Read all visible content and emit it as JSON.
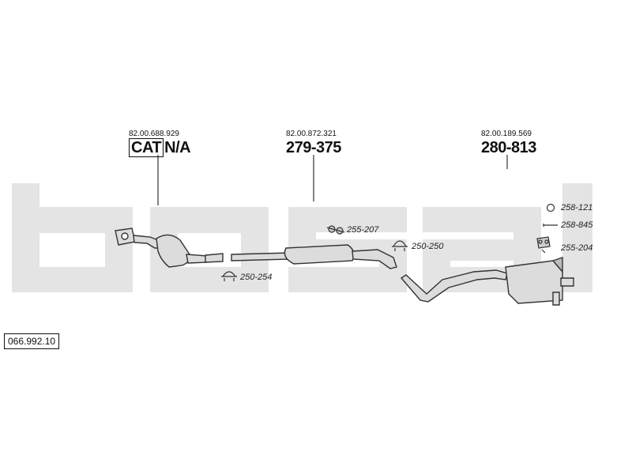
{
  "diagram_code": "066.992.10",
  "parts": [
    {
      "oem": "82.00.688.929",
      "cat": "CAT",
      "rest": "N/A"
    },
    {
      "oem": "82.00.872.321",
      "number": "279-375"
    },
    {
      "oem": "82.00.189.569",
      "number": "280-813"
    }
  ],
  "accessories": [
    {
      "ref": "250-254",
      "icon": "clamp-icon"
    },
    {
      "ref": "255-207",
      "icon": "rubber-hanger-icon"
    },
    {
      "ref": "250-250",
      "icon": "clamp-icon"
    },
    {
      "ref": "258-121",
      "icon": "ring-gasket-icon"
    },
    {
      "ref": "258-845",
      "icon": "bolt-icon"
    },
    {
      "ref": "255-204",
      "icon": "mounting-bracket-icon"
    }
  ],
  "colors": {
    "watermark": "#e4e4e4",
    "line": "#333333",
    "part_fill": "#dcdcdc"
  }
}
